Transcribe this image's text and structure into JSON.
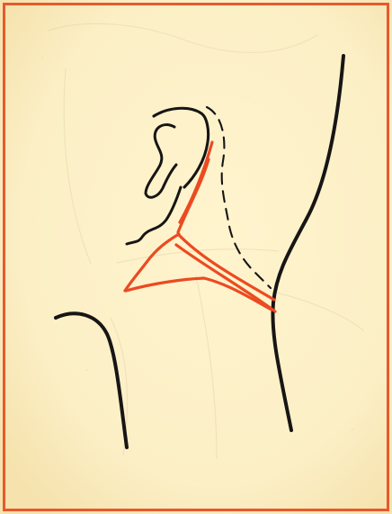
{
  "figure": {
    "colors": {
      "paper": "#fcefc6",
      "paper_shadow": "#f2dfa8",
      "border_red": "#e65a2e",
      "anatomy_black": "#171515",
      "highlight_red": "#ec4a22",
      "faint_trace": "#d9c9a2"
    },
    "elements": [
      "paper-background",
      "red-border-frame",
      "ear-outline",
      "dashed-hidden-contour",
      "neck-back-outline",
      "shoulder-outline",
      "red-neck-triangle",
      "faint-background-traces"
    ]
  }
}
